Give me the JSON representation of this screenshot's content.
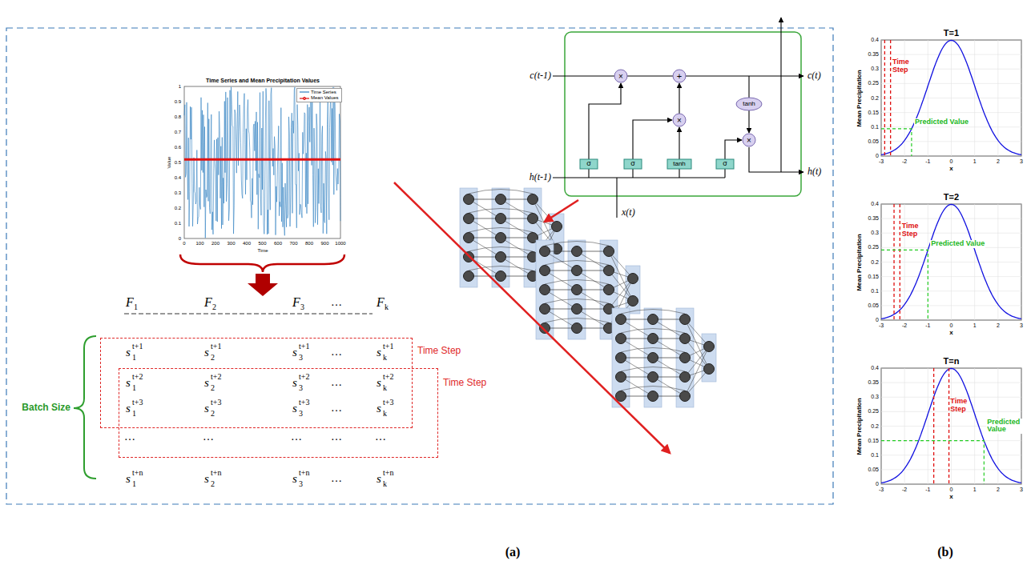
{
  "diagram": {
    "nodes": [
      {
        "text": [
          "Time Step"
        ]
      },
      {
        "text": [
          "Time Step"
        ]
      }
    ],
    "labels": [
      "Time Series and Mean Precipitation Values",
      "0",
      "0.1",
      "0.2",
      "0.3",
      "0.4",
      "0.5",
      "0.6",
      "0.7",
      "0.8",
      "0.9",
      "1",
      "0",
      "100",
      "200",
      "300",
      "400",
      "500",
      "600",
      "700",
      "800",
      "900",
      "1000",
      "Value",
      "Time",
      "F",
      "1",
      "F",
      "2",
      "F",
      "3",
      "…",
      "F",
      "k",
      "s",
      "1",
      "t+1",
      "s",
      "2",
      "t+1",
      "s",
      "3",
      "t+1",
      "…",
      "s",
      "k",
      "t+1",
      "s",
      "1",
      "t+2",
      "s",
      "2",
      "t+2",
      "s",
      "3",
      "t+2",
      "…",
      "s",
      "k",
      "t+2",
      "s",
      "1",
      "t+3",
      "s",
      "2",
      "t+3",
      "s",
      "3",
      "t+3",
      "…",
      "s",
      "k",
      "t+3",
      "…",
      "…",
      "…",
      "…",
      "…",
      "s",
      "1",
      "t+n",
      "s",
      "2",
      "t+n",
      "s",
      "3",
      "t+n",
      "…",
      "s",
      "k",
      "t+n",
      "Batch Size",
      "c(t-1)",
      "c(t)",
      "h(t-1)",
      "h(t)",
      "x(t)",
      "σ",
      "σ",
      "tanh",
      "σ",
      "tanh",
      "×",
      "+",
      "×",
      "×",
      "T=1",
      "0",
      "0.05",
      "0.1",
      "0.15",
      "0.2",
      "0.25",
      "0.3",
      "0.35",
      "0.4",
      "-3",
      "-2",
      "-1",
      "0",
      "1",
      "2",
      "3",
      "x",
      "Mean Precipitation",
      "Time Step",
      "Predicted Value",
      "T=2",
      "0",
      "0.05",
      "0.1",
      "0.15",
      "0.2",
      "0.25",
      "0.3",
      "0.35",
      "0.4",
      "-3",
      "-2",
      "-1",
      "0",
      "1",
      "2",
      "3",
      "x",
      "Mean Precipitation",
      "Time Step",
      "Predicted Value",
      "T=n",
      "0",
      "0.05",
      "0.1",
      "0.15",
      "0.2",
      "0.25",
      "0.3",
      "0.35",
      "0.4",
      "-3",
      "-2",
      "-1",
      "0",
      "1",
      "2",
      "3",
      "x",
      "Mean Precipitation",
      "Time Step",
      "Predicted Value",
      "(a)",
      "(b)"
    ],
    "legend": [
      {
        "text": "Time Series"
      },
      {
        "text": "Mean Values"
      }
    ]
  }
}
